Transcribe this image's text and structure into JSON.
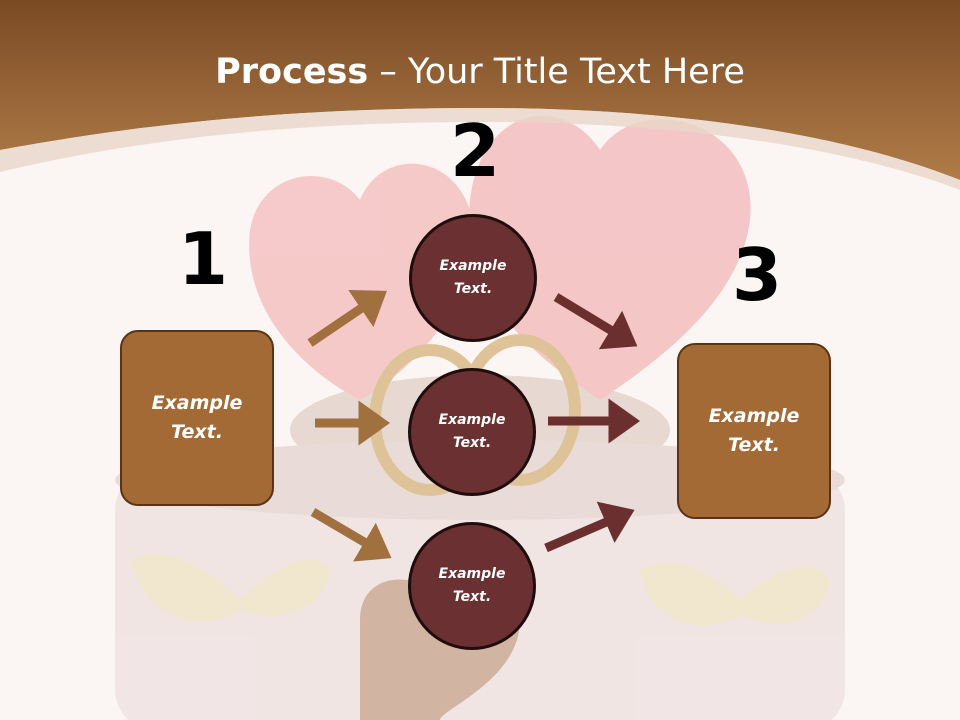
{
  "title": {
    "bold": "Process",
    "rest": " – Your Title Text Here"
  },
  "steps": {
    "one": "1",
    "two": "2",
    "three": "3"
  },
  "boxes": {
    "left": "Example Text.",
    "right": "Example Text."
  },
  "circles": {
    "top": "Example Text.",
    "middle": "Example Text.",
    "bottom": "Example Text."
  },
  "colors": {
    "header": "#9c6634",
    "box": "#a36a35",
    "circle": "#6b3031",
    "arrow_tan": "#a0703f",
    "arrow_maroon": "#6b2f2f"
  }
}
